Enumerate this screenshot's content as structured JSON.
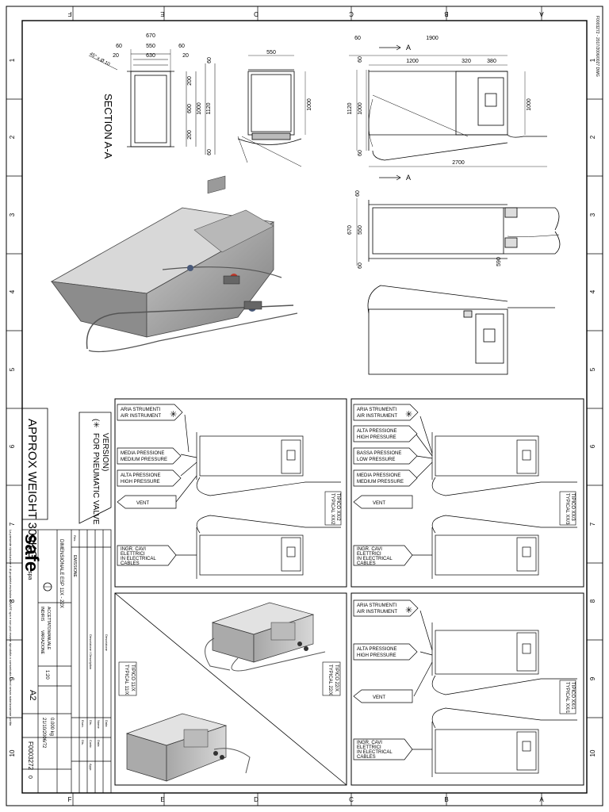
{
  "frame": {
    "col_letters": [
      "F",
      "E",
      "D",
      "C",
      "B",
      "A"
    ],
    "row_numbers": [
      "1",
      "2",
      "3",
      "4",
      "5",
      "6",
      "7",
      "8",
      "9",
      "10"
    ]
  },
  "section_label": "SECTION A-A",
  "section_marker": "A",
  "dims": {
    "section": {
      "w_total": "670",
      "w_mid": "550",
      "w_side_l": "60",
      "w_side_r": "60",
      "w_in_l": "20",
      "w_inner": "630",
      "w_in_r": "20",
      "chamfer": "45° x Ø 10",
      "h_top": "60",
      "h_200a": "200",
      "h_600": "600",
      "h_1000": "1000",
      "h_1120": "1120",
      "h_200b": "200",
      "h_60b": "60"
    },
    "front": {
      "w": "550",
      "h": "1000"
    },
    "side": {
      "w_total": "1900",
      "w_60": "60",
      "w_1200": "1200",
      "w_320": "320",
      "w_380": "380",
      "h_60a": "60",
      "h_1120": "1120",
      "h_1000": "1000",
      "h_60b": "60",
      "h_1000r": "1000",
      "length": "2700"
    },
    "top": {
      "w_60a": "60",
      "w_670": "670",
      "w_550": "550",
      "w_60b": "60",
      "depth": "590"
    }
  },
  "weight_note": "APPROX WEIGHT 300KG",
  "pneumatic_note": {
    "symbol": "(✳",
    "line1": "FOR PNEUMATIC VALVE",
    "line2": "VERSION)"
  },
  "panels": {
    "typ_xx2": {
      "labels": [
        [
          "ARIA STRUMENTI",
          "AIR INSTRUMENT"
        ],
        [
          "MEDIA PRESSIONE",
          "MEDIUM PRESSURE"
        ],
        [
          "ALTA PRESSIONE",
          "HIGH PRESSURE"
        ]
      ],
      "vent": "VENT",
      "cables": [
        "INGR. CAVI",
        "ELETTRICI",
        "IN ELECTRICAL",
        "CABLES"
      ],
      "tag": [
        "TIPICO XX/2",
        "TYPICAL XX/2"
      ]
    },
    "typ_xx3": {
      "labels": [
        [
          "ARIA STRUMENTI",
          "AIR INSTRUMENT"
        ],
        [
          "ALTA PRESSIONE",
          "HIGH PRESSURE"
        ],
        [
          "BASSA PRESSIONE",
          "LOW PRESSURE"
        ],
        [
          "MEDIA PRESSIONE",
          "MEDIUM PRESSURE"
        ]
      ],
      "vent": "VENT",
      "cables": [
        "INGR. CAVI",
        "ELETTRICI",
        "IN ELECTRICAL",
        "CABLES"
      ],
      "tag": [
        "TIPICO XX/3",
        "TYPICAL XX/3"
      ]
    },
    "typ_xx1": {
      "labels": [
        [
          "ARIA STRUMENTI",
          "AIR INSTRUMENT"
        ],
        [
          "ALTA PRESSIONE",
          "HIGH PRESSURE"
        ]
      ],
      "vent": "VENT",
      "cables": [
        "INGR. CAVI",
        "ELETTRICI",
        "IN ELECTRICAL",
        "CABLES"
      ],
      "tag": [
        "TIPICO XX/1",
        "TYPICAL XX/1"
      ]
    },
    "iso": {
      "tag_a": [
        "TIPICO 22/X",
        "TYPICAL 22/X"
      ],
      "tag_b": [
        "TIPICO 11/X",
        "TYPICAL 11/X"
      ]
    }
  },
  "title_block": {
    "company": "safe",
    "company_suffix": "spa",
    "title": "DIMENSIONALE ESP 11X - 22X",
    "owner_a": "INDIRIS",
    "owner_b": "ACCETTATO",
    "checked_a": "VARIAZIONE",
    "checked_b": "MANUALE",
    "scale": "1:20",
    "format": "A2",
    "weight": "0.000 kg",
    "date": "21/10/2006/72",
    "drawing_no": "F0003272",
    "revision": "0",
    "rev_header": "Rev.",
    "rev_desc": "EMISSIONE",
    "desc_header": "Descrizione / Description",
    "row_labels": [
      "Dis.",
      "Contr.",
      "Appr.",
      "Nome",
      "Data",
      "Esec.",
      "Dis.",
      "Descrizione",
      "Data"
    ]
  },
  "copyright": "La presente riproduzione è di proprietà esclusiva di SAFE spa e non può essere riprodotta o comunicata a terzi senza autorizzazione scritta",
  "file_ref": "F0003272 - 2017/2006/0027 DWG"
}
